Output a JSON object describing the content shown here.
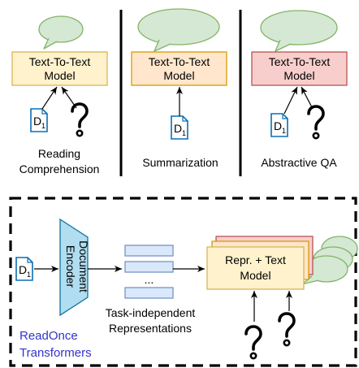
{
  "colors": {
    "bubble_fill": "#d5e8d4",
    "bubble_stroke": "#82b366",
    "panel1_model_fill": "#fff2cc",
    "panel1_model_stroke": "#d6b656",
    "panel2_model_fill": "#ffe6cc",
    "panel2_model_stroke": "#d79b00",
    "panel3_model_fill": "#f8cecc",
    "panel3_model_stroke": "#b85450",
    "doc_stroke": "#0c6eb5",
    "encoder_fill": "#b1ddf0",
    "encoder_stroke": "#10739e",
    "rep_fill": "#dae8fc",
    "rep_stroke": "#6c8ebf",
    "readonce_text": "#3333cc"
  },
  "panels": [
    {
      "model_label": [
        "Text-To-Text",
        "Model"
      ],
      "caption": [
        "Reading",
        "Comprehension"
      ],
      "has_question": true
    },
    {
      "model_label": [
        "Text-To-Text",
        "Model"
      ],
      "caption": [
        "Summarization"
      ],
      "has_question": false
    },
    {
      "model_label": [
        "Text-To-Text",
        "Model"
      ],
      "caption": [
        "Abstractive QA"
      ],
      "has_question": true
    }
  ],
  "doc_label": "D",
  "doc_subscript": "1",
  "bottom": {
    "encoder_label": [
      "Document",
      "Encoder"
    ],
    "ellipsis": "...",
    "rep_caption": [
      "Task-independent",
      "Representations"
    ],
    "model_label": [
      "Repr. + Text",
      "Model"
    ],
    "system_name": [
      "ReadOnce",
      "Transformers"
    ]
  },
  "icons": [
    "document-icon",
    "question-mark-icon",
    "speech-bubble-icon"
  ]
}
